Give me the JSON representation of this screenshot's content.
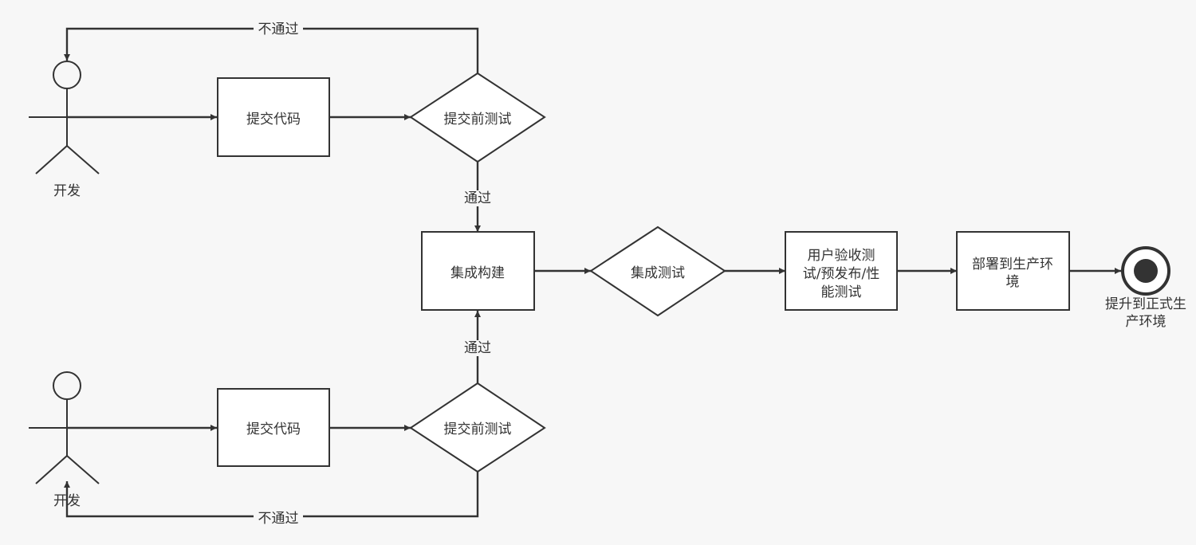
{
  "nodes": {
    "actor_top": "开发",
    "actor_bottom": "开发",
    "commit_top": "提交代码",
    "commit_bottom": "提交代码",
    "pretest_top": "提交前测试",
    "pretest_bottom": "提交前测试",
    "build": "集成构建",
    "integration_test": "集成测试",
    "uat": [
      "用户验收测",
      "试/预发布/性",
      "能测试"
    ],
    "deploy": [
      "部署到生产环",
      "境"
    ],
    "end": [
      "提升到正式生",
      "产环境"
    ]
  },
  "edges": {
    "fail_top": "不通过",
    "pass_top": "通过",
    "pass_bottom": "通过",
    "fail_bottom": "不通过"
  },
  "colors": {
    "stroke": "#333333",
    "fill": "#ffffff",
    "background": "#f7f7f7"
  }
}
